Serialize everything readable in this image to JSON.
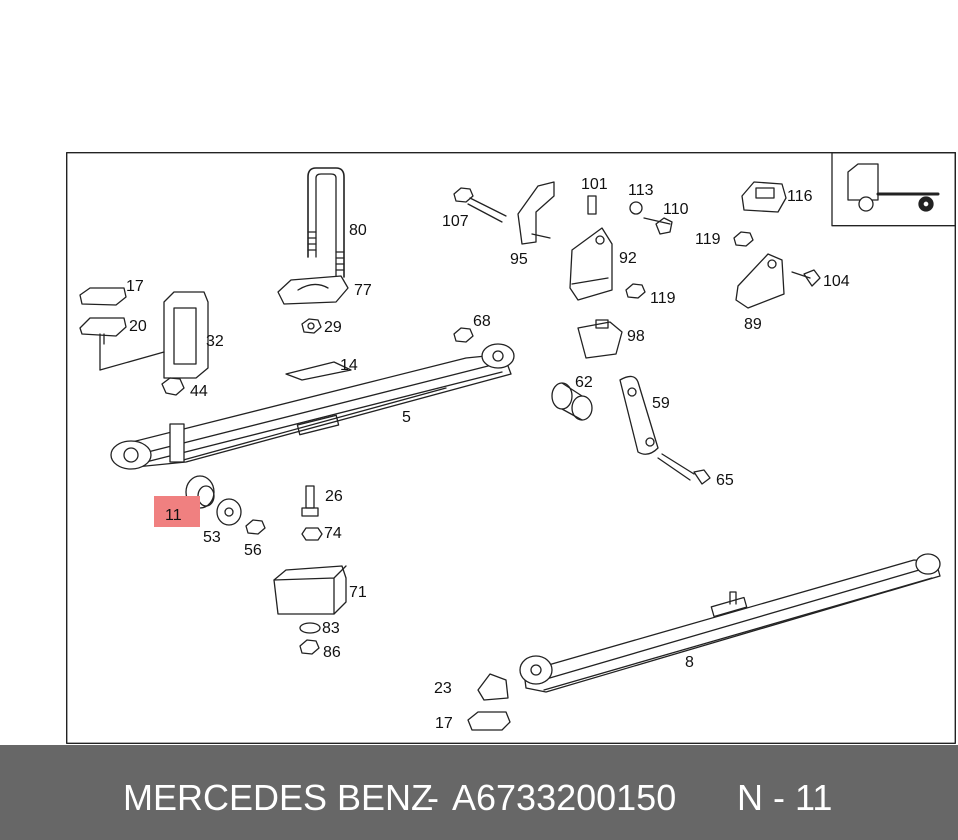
{
  "diagram": {
    "callouts": [
      "80",
      "77",
      "29",
      "17",
      "20",
      "32",
      "44",
      "14",
      "68",
      "5",
      "107",
      "95",
      "101",
      "113",
      "110",
      "92",
      "119",
      "98",
      "62",
      "59",
      "65",
      "116",
      "119",
      "104",
      "89",
      "11",
      "53",
      "56",
      "26",
      "74",
      "71",
      "83",
      "86",
      "8",
      "23",
      "17"
    ],
    "highlight_label": "11",
    "highlight_color": "#f08080"
  },
  "footer": {
    "brand": "MERCEDES BENZ",
    "separator": "-",
    "part_number": "A6733200150",
    "position": "N - 11",
    "background": "#676767"
  }
}
